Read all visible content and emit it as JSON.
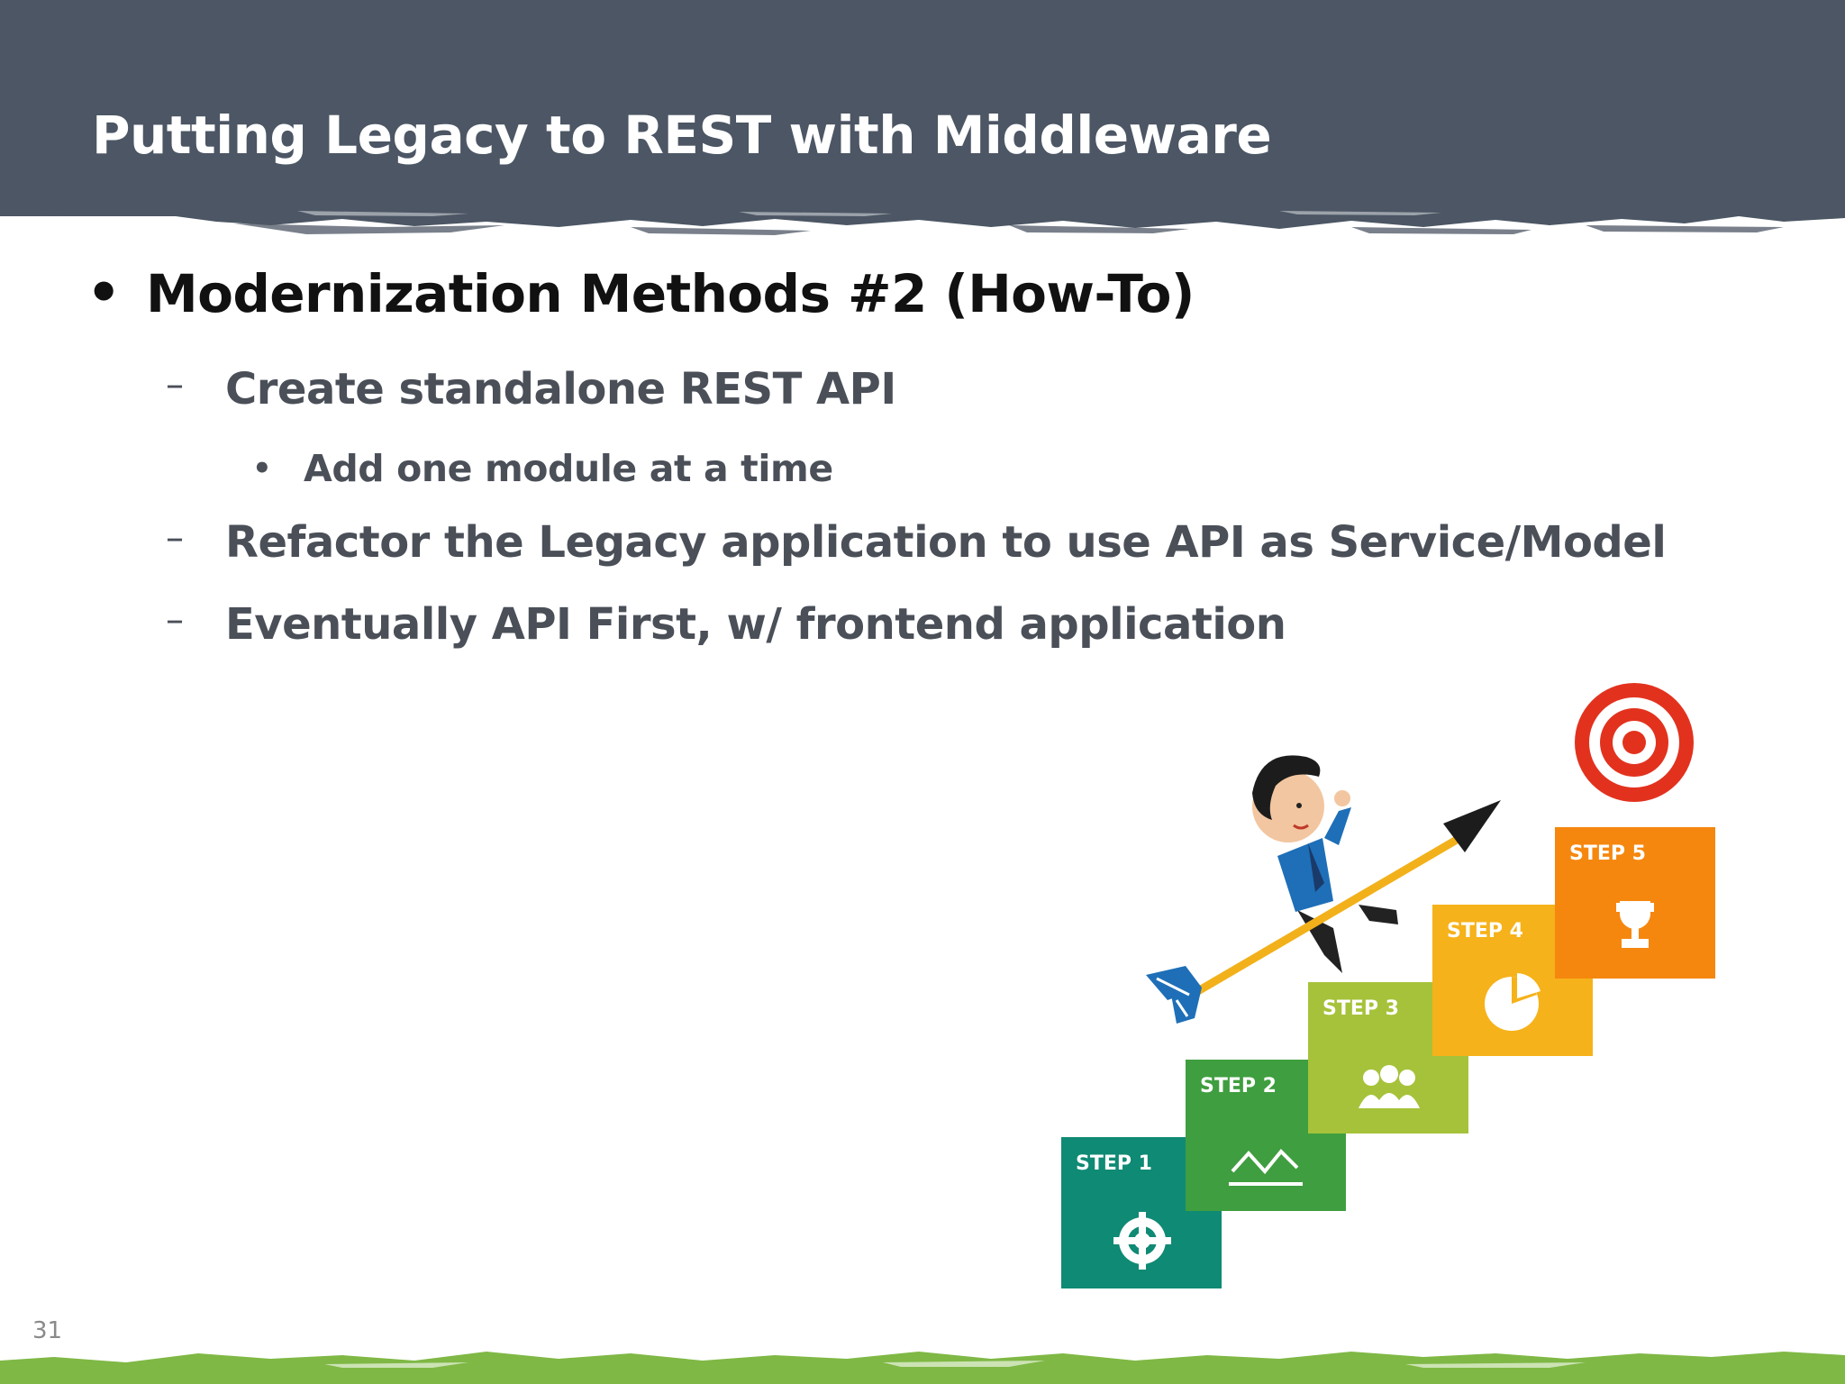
{
  "slide": {
    "title": "Putting Legacy to REST with Middleware",
    "number": "31"
  },
  "content": {
    "bullet_symbol": "•",
    "dash_symbol": "–",
    "heading": "Modernization Methods #2 (How-To)",
    "items": [
      {
        "text": "Create standalone REST API",
        "sub": [
          "Add one module at a time"
        ]
      },
      {
        "text": "Refactor the Legacy application to use API as Service/Model"
      },
      {
        "text": "Eventually API First, w/ frontend application"
      }
    ]
  },
  "illustration": {
    "steps": [
      {
        "label": "STEP 1",
        "icon": "gear-icon",
        "color": "#0f8a74"
      },
      {
        "label": "STEP 2",
        "icon": "line-chart-icon",
        "color": "#3f9e3f"
      },
      {
        "label": "STEP 3",
        "icon": "people-icon",
        "color": "#a6c23a"
      },
      {
        "label": "STEP 4",
        "icon": "pie-chart-icon",
        "color": "#f6b21a"
      },
      {
        "label": "STEP 5",
        "icon": "trophy-icon",
        "color": "#f5870f"
      }
    ],
    "target_icon": "target-icon",
    "figure": "businessman-riding-arrow"
  },
  "colors": {
    "header": "#4c5664",
    "footer": "#7fb845",
    "body_text": "#4a4f58",
    "heading_text": "#111111"
  }
}
